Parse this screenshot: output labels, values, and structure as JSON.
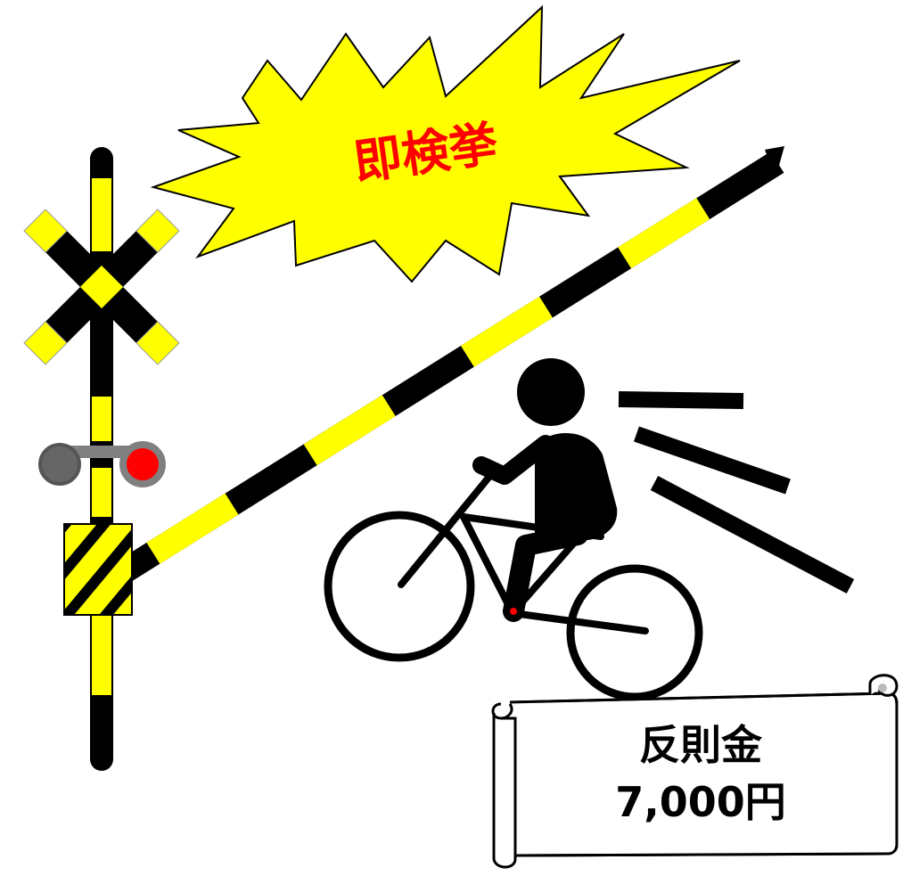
{
  "alert_text": "即検挙",
  "fine_label": "反則金",
  "fine_amount": "7,000円",
  "colors": {
    "background": "#ffffff",
    "warning_yellow": "#ffff00",
    "ink_black": "#000000",
    "alert_red": "#ff0000",
    "lamp_off_gray": "#666666",
    "lamp_housing_gray": "#808080",
    "lamp_on_red": "#ff0000"
  },
  "icons": {
    "crossing_sign": "railroad-crossbuck",
    "barrier": "crossing-barrier-arm",
    "cyclist": "cyclist-on-bicycle",
    "motion": "speed-lines",
    "scroll": "paper-scroll"
  }
}
